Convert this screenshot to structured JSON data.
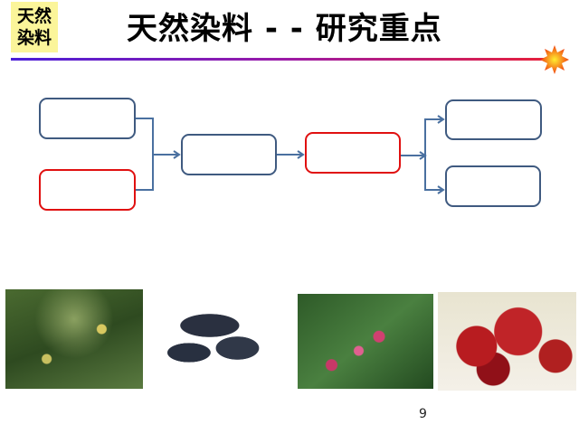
{
  "tag": {
    "line1": "天然",
    "line2": "染料"
  },
  "title": "天然染料 - -  研究重点",
  "page_number": "9",
  "colors": {
    "accent_blue": "#3f5a80",
    "accent_red": "#e01010",
    "tag_bg": "#fbf59a"
  },
  "diagram": {
    "boxes": [
      {
        "color": "blue"
      },
      {
        "color": "red"
      },
      {
        "color": "blue"
      },
      {
        "color": "red"
      },
      {
        "color": "blue"
      },
      {
        "color": "blue"
      }
    ]
  }
}
